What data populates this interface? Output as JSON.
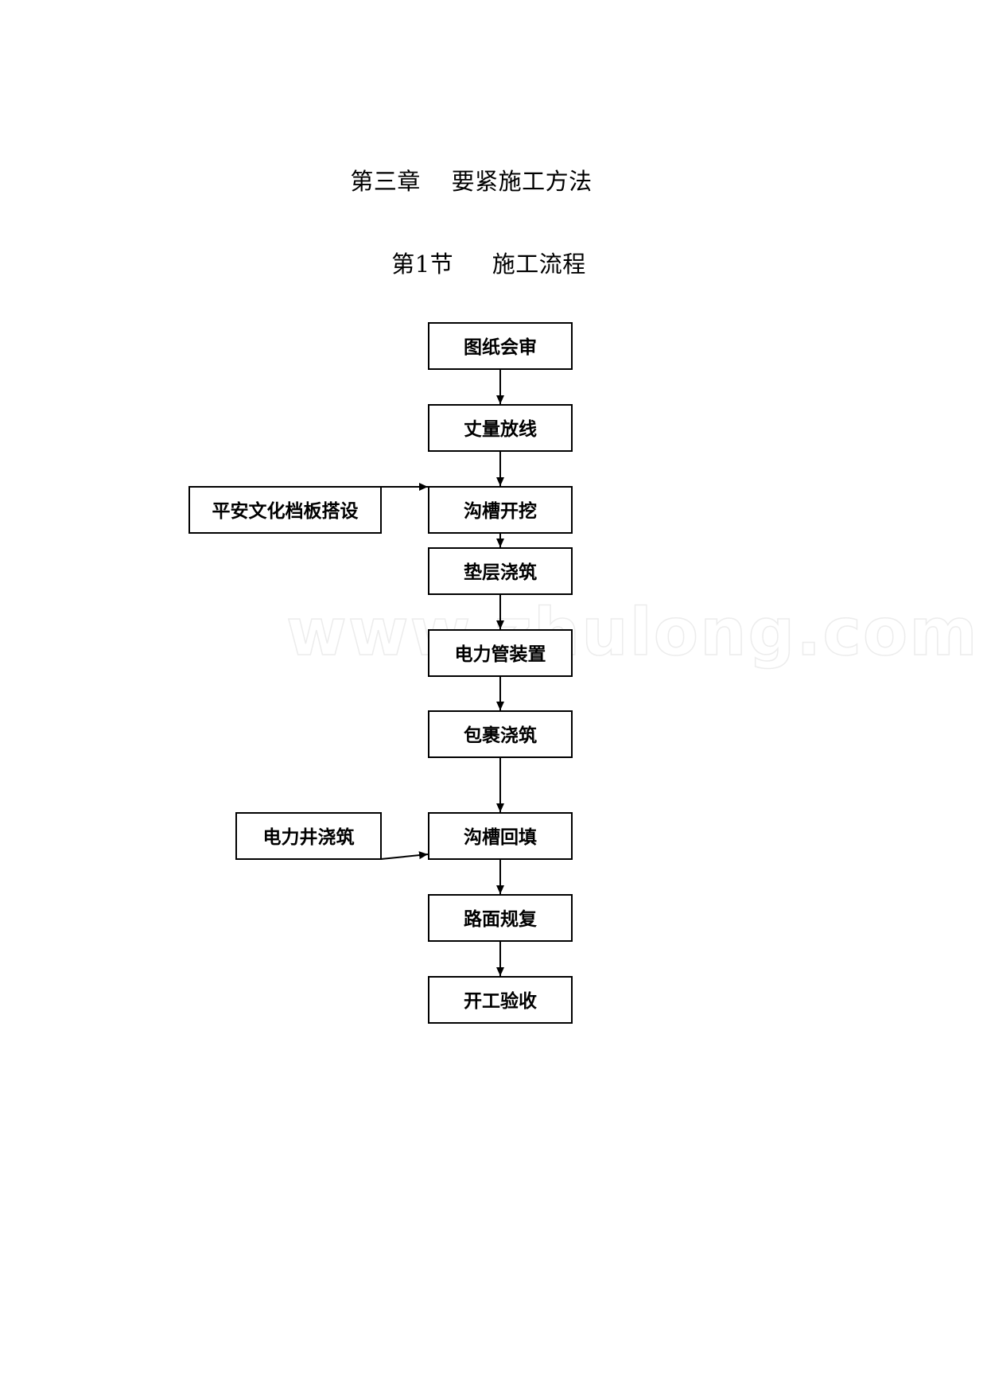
{
  "document": {
    "chapter_title": "第三章    要紧施工方法",
    "section_title": "第1节     施工流程"
  },
  "watermark": {
    "text": "www.zhulong.com"
  },
  "flowchart": {
    "main_steps": [
      "图纸会审",
      "丈量放线",
      "沟槽开挖",
      "垫层浇筑",
      "电力管装置",
      "包裹浇筑",
      "沟槽回填",
      "路面规复",
      "开工验收"
    ],
    "side_steps": [
      {
        "label": "平安文化档板搭设",
        "feeds": "沟槽开挖"
      },
      {
        "label": "电力井浇筑",
        "feeds": "沟槽回填"
      }
    ]
  },
  "colors": {
    "ink": "#000000",
    "background": "#ffffff",
    "watermark": "#ececec"
  }
}
